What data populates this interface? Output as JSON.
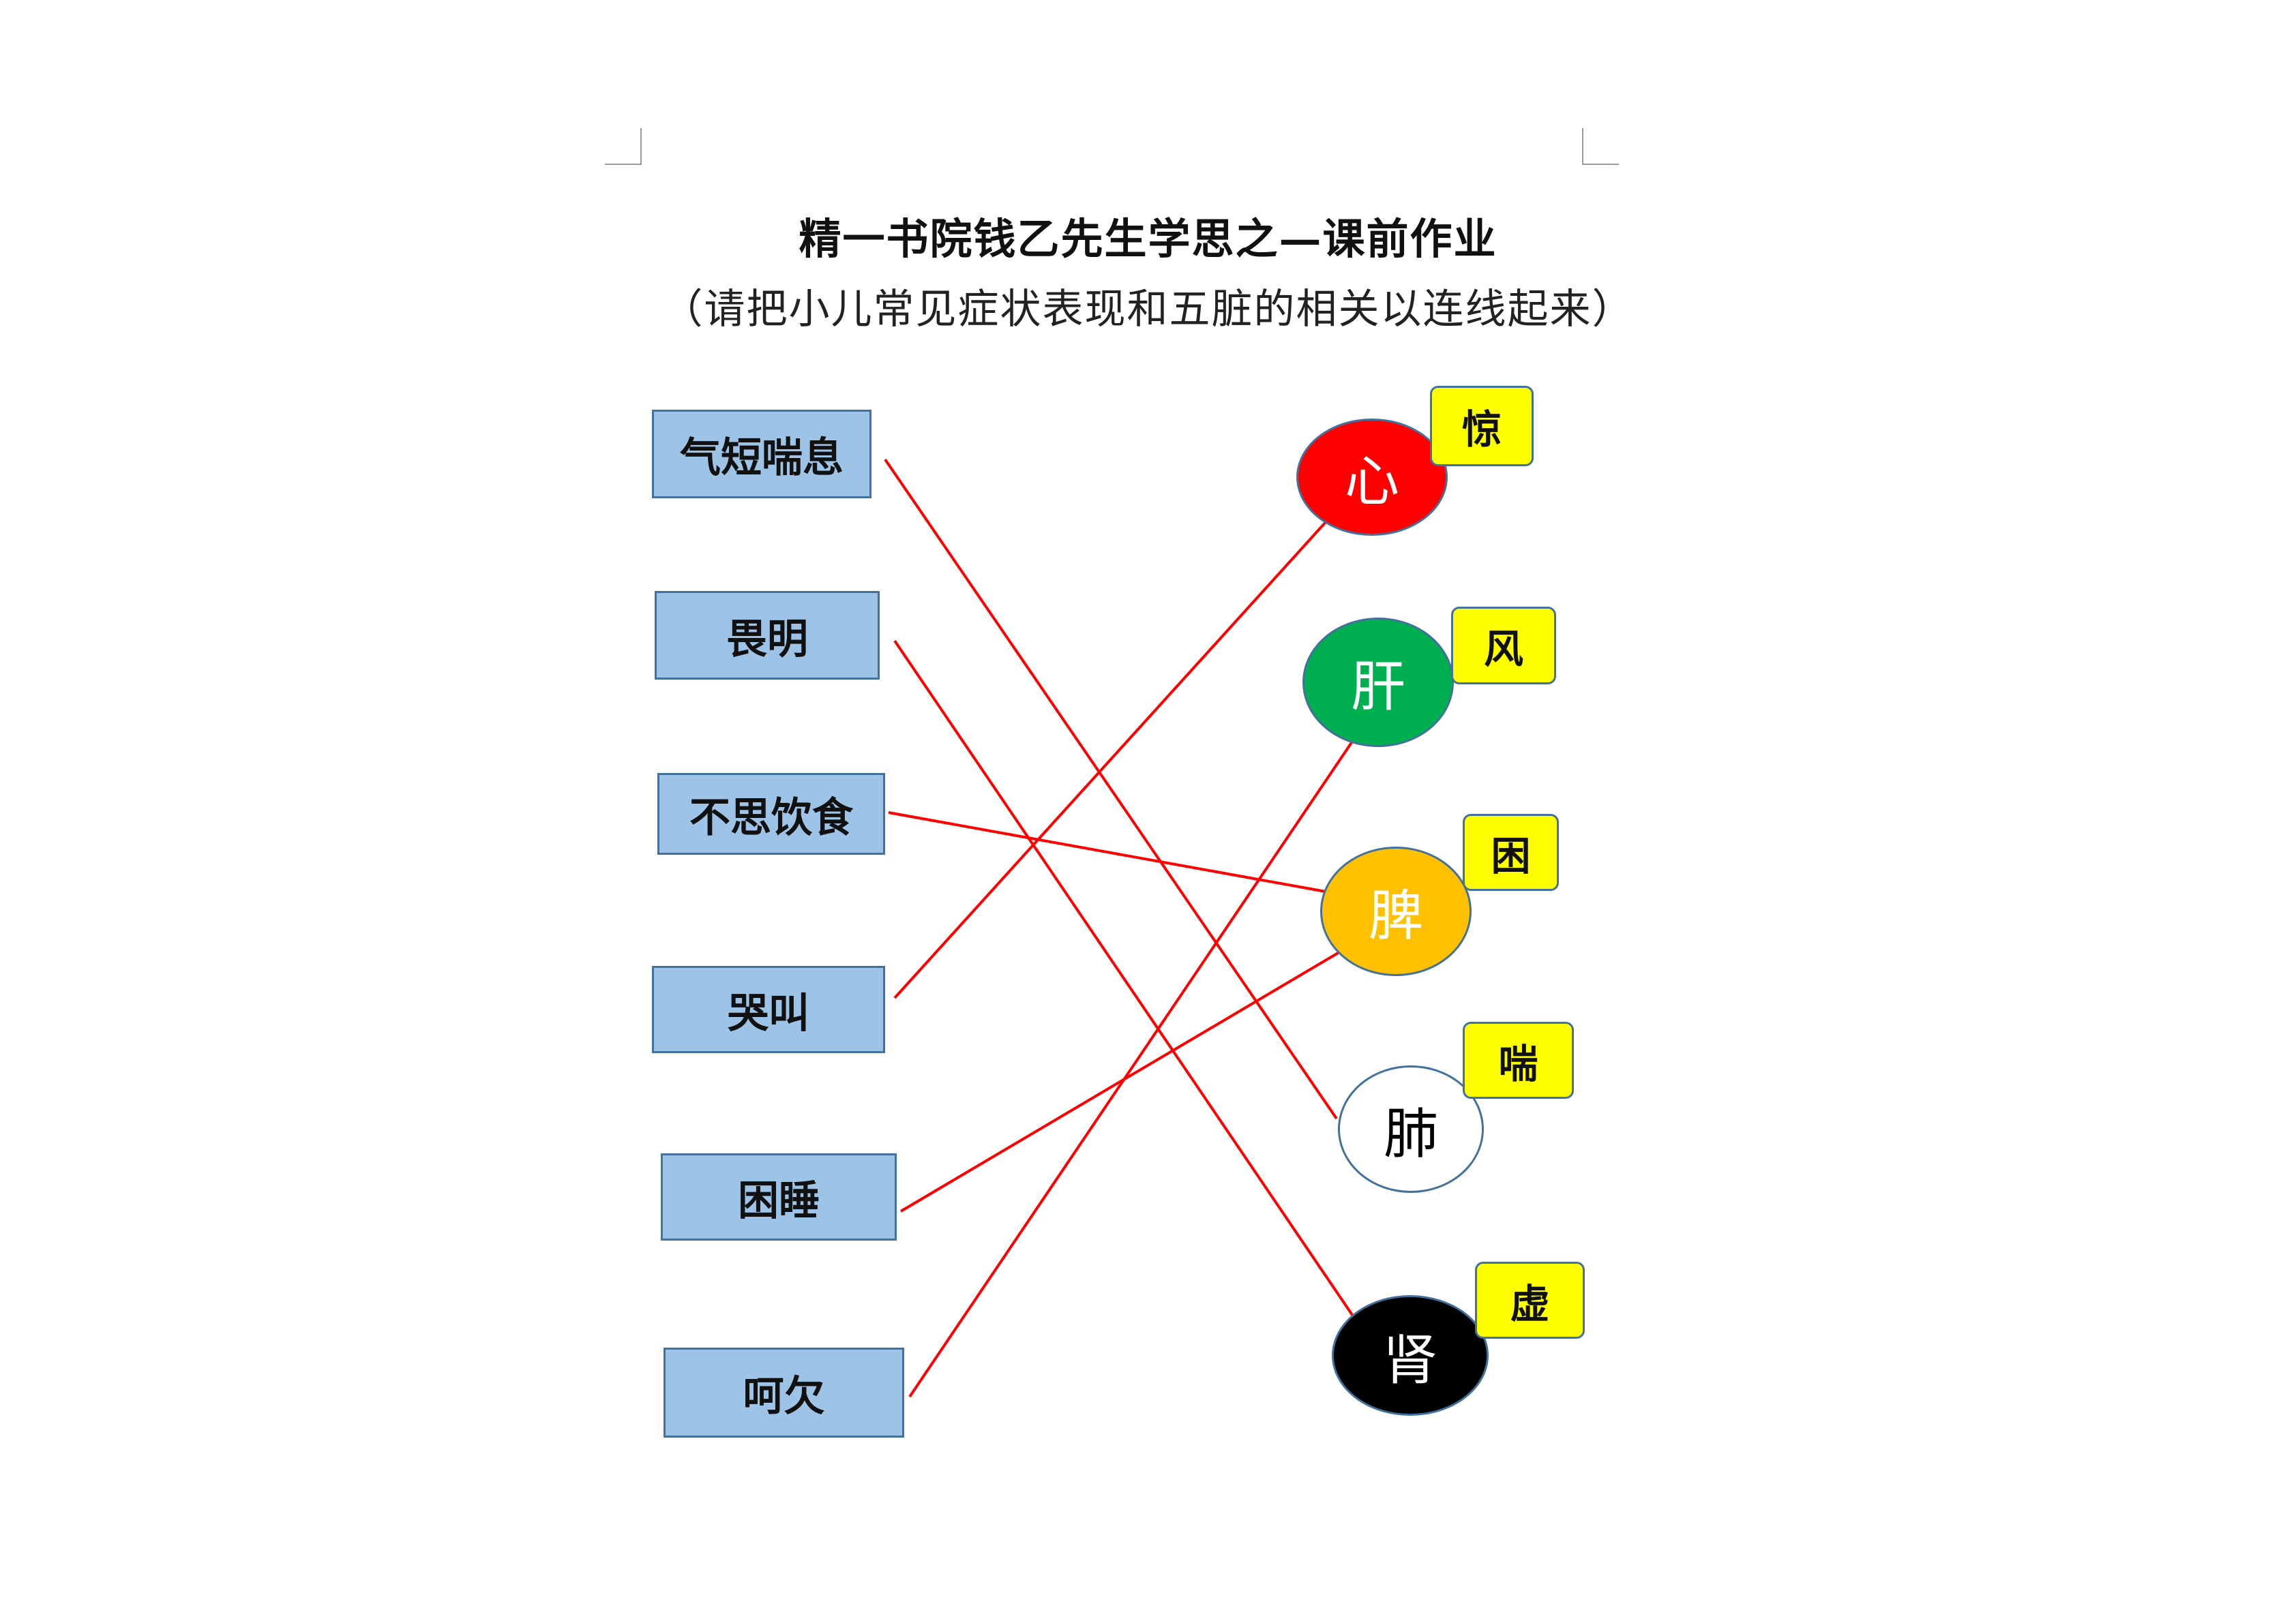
{
  "title": "精一书院钱乙先生学思之—课前作业",
  "subtitle": "（请把小儿常见症状表现和五脏的相关以连线起来）",
  "symptoms": [
    {
      "label": "气短喘息"
    },
    {
      "label": "畏明"
    },
    {
      "label": "不思饮食"
    },
    {
      "label": "哭叫"
    },
    {
      "label": "困睡"
    },
    {
      "label": "呵欠"
    }
  ],
  "organs": [
    {
      "label": "心",
      "tag": "惊",
      "fill": "#ff0000",
      "text_color": "#ffffff"
    },
    {
      "label": "肝",
      "tag": "风",
      "fill": "#00b050",
      "text_color": "#ffffff"
    },
    {
      "label": "脾",
      "tag": "困",
      "fill": "#ffc000",
      "text_color": "#ffffff"
    },
    {
      "label": "肺",
      "tag": "喘",
      "fill": "#ffffff",
      "text_color": "#000000"
    },
    {
      "label": "肾",
      "tag": "虚",
      "fill": "#000000",
      "text_color": "#ffffff"
    }
  ],
  "connections": [
    {
      "symptom": "气短喘息",
      "organ": "肺"
    },
    {
      "symptom": "畏明",
      "organ": "肾"
    },
    {
      "symptom": "不思饮食",
      "organ": "脾"
    },
    {
      "symptom": "哭叫",
      "organ": "心"
    },
    {
      "symptom": "困睡",
      "organ": "脾"
    },
    {
      "symptom": "呵欠",
      "organ": "肝"
    }
  ],
  "colors": {
    "symptom_box": "#9dc3e6",
    "tag_box": "#ffff00",
    "line": "#ff0000"
  }
}
